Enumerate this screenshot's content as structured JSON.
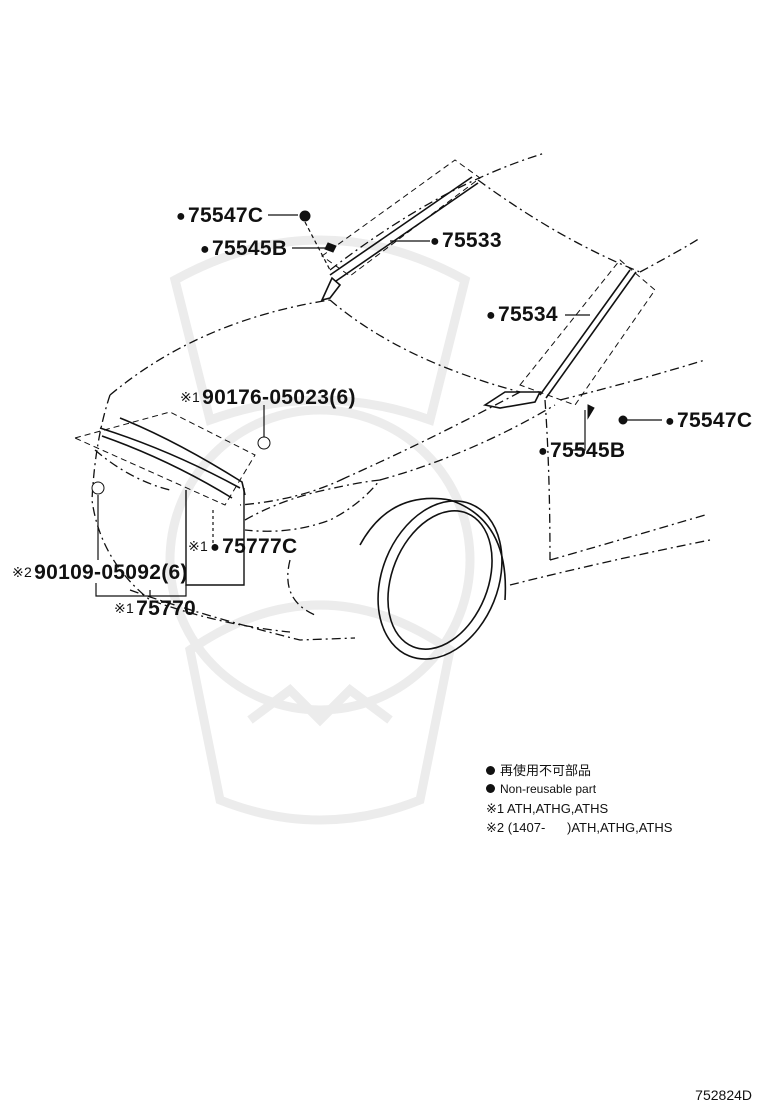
{
  "labels": {
    "p75547c_top": "75547C",
    "p75545b_top": "75545B",
    "p75533": "75533",
    "p75534": "75534",
    "p75547c_right": "75547C",
    "p75545b_right": "75545B",
    "p90176": "90176-05023(6)",
    "p75777c": "75777C",
    "p90109": "90109-05092(6)",
    "p75770": "75770"
  },
  "marks": {
    "dot": "●",
    "note1": "※1",
    "note2": "※2"
  },
  "legend": {
    "line1": "再使用不可部品",
    "line2": "Non-reusable part",
    "line3": "※1 ATH,ATHG,ATHS",
    "line4": "※2 (1407-      )ATH,ATHG,ATHS"
  },
  "diagram_code": "752824D",
  "colors": {
    "ink": "#111111",
    "watermark": "#e6e6e6"
  }
}
